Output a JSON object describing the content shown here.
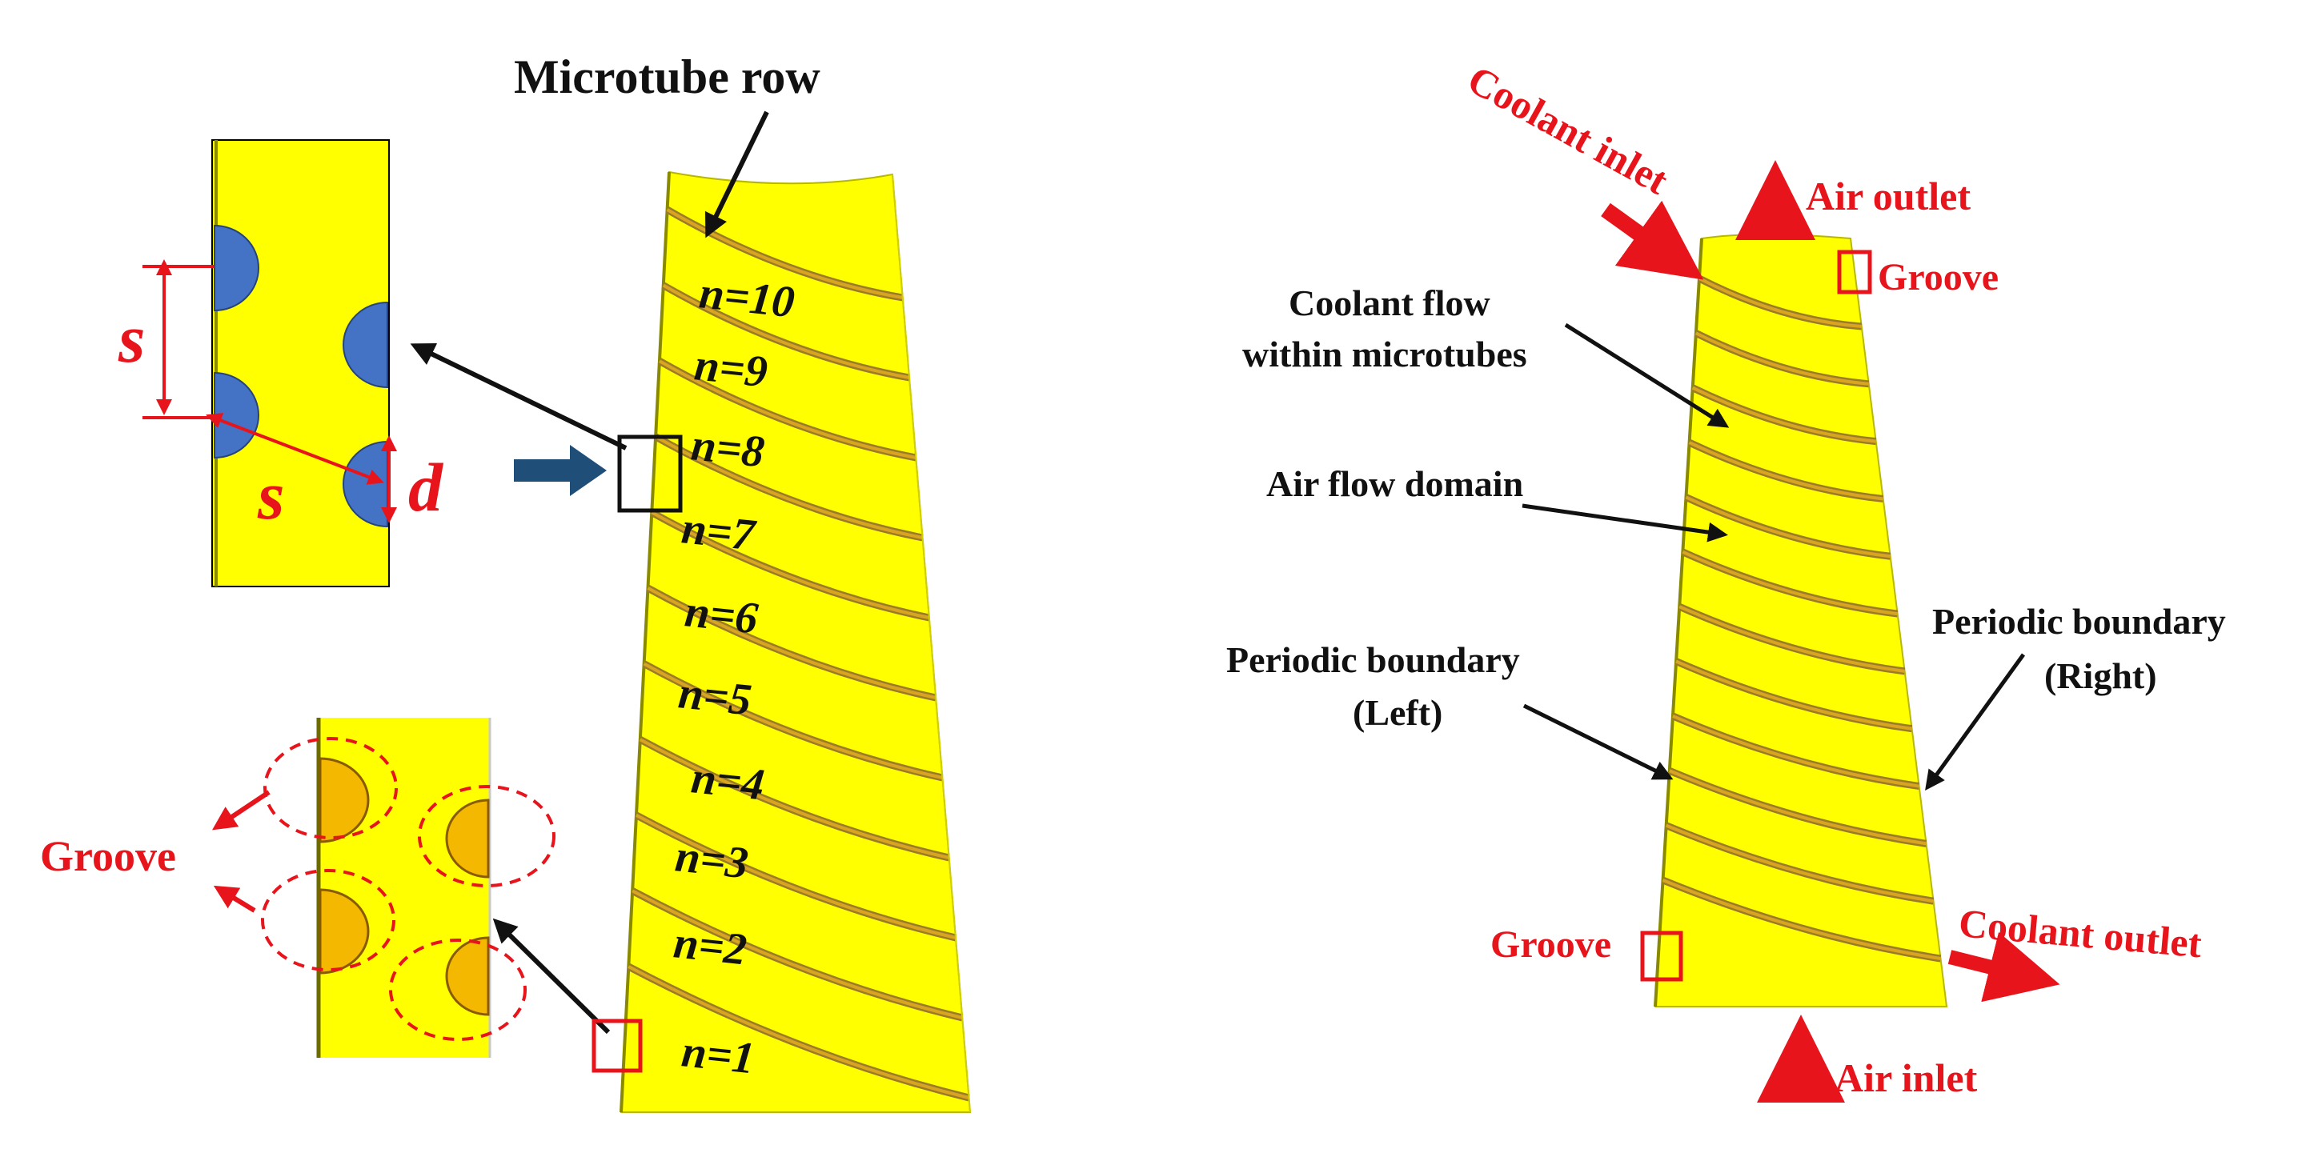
{
  "colors": {
    "fin_yellow": "#ffff00",
    "groove_orange": "#f5b800",
    "tube_blue": "#4472c4",
    "annotation_red": "#e8141b",
    "arrow_navy": "#1f4e79",
    "text_black": "#111111"
  },
  "left_panel": {
    "microtube_row_label": "Microtube row",
    "row_labels": [
      "n=1",
      "n=2",
      "n=3",
      "n=4",
      "n=5",
      "n=6",
      "n=7",
      "n=8",
      "n=9",
      "n=10"
    ],
    "detail_top": {
      "s_vertical": "s",
      "s_diagonal": "s",
      "d_label": "d"
    },
    "detail_bottom": {
      "groove_label": "Groove"
    }
  },
  "right_panel": {
    "coolant_inlet": "Coolant inlet",
    "air_outlet": "Air outlet",
    "groove_top": "Groove",
    "coolant_flow_line1": "Coolant flow",
    "coolant_flow_line2": "within microtubes",
    "air_flow_domain": "Air flow domain",
    "periodic_left_line1": "Periodic boundary",
    "periodic_left_line2": "(Left)",
    "periodic_right_line1": "Periodic boundary",
    "periodic_right_line2": "(Right)",
    "groove_bottom": "Groove",
    "coolant_outlet": "Coolant outlet",
    "air_inlet": "Air inlet"
  }
}
